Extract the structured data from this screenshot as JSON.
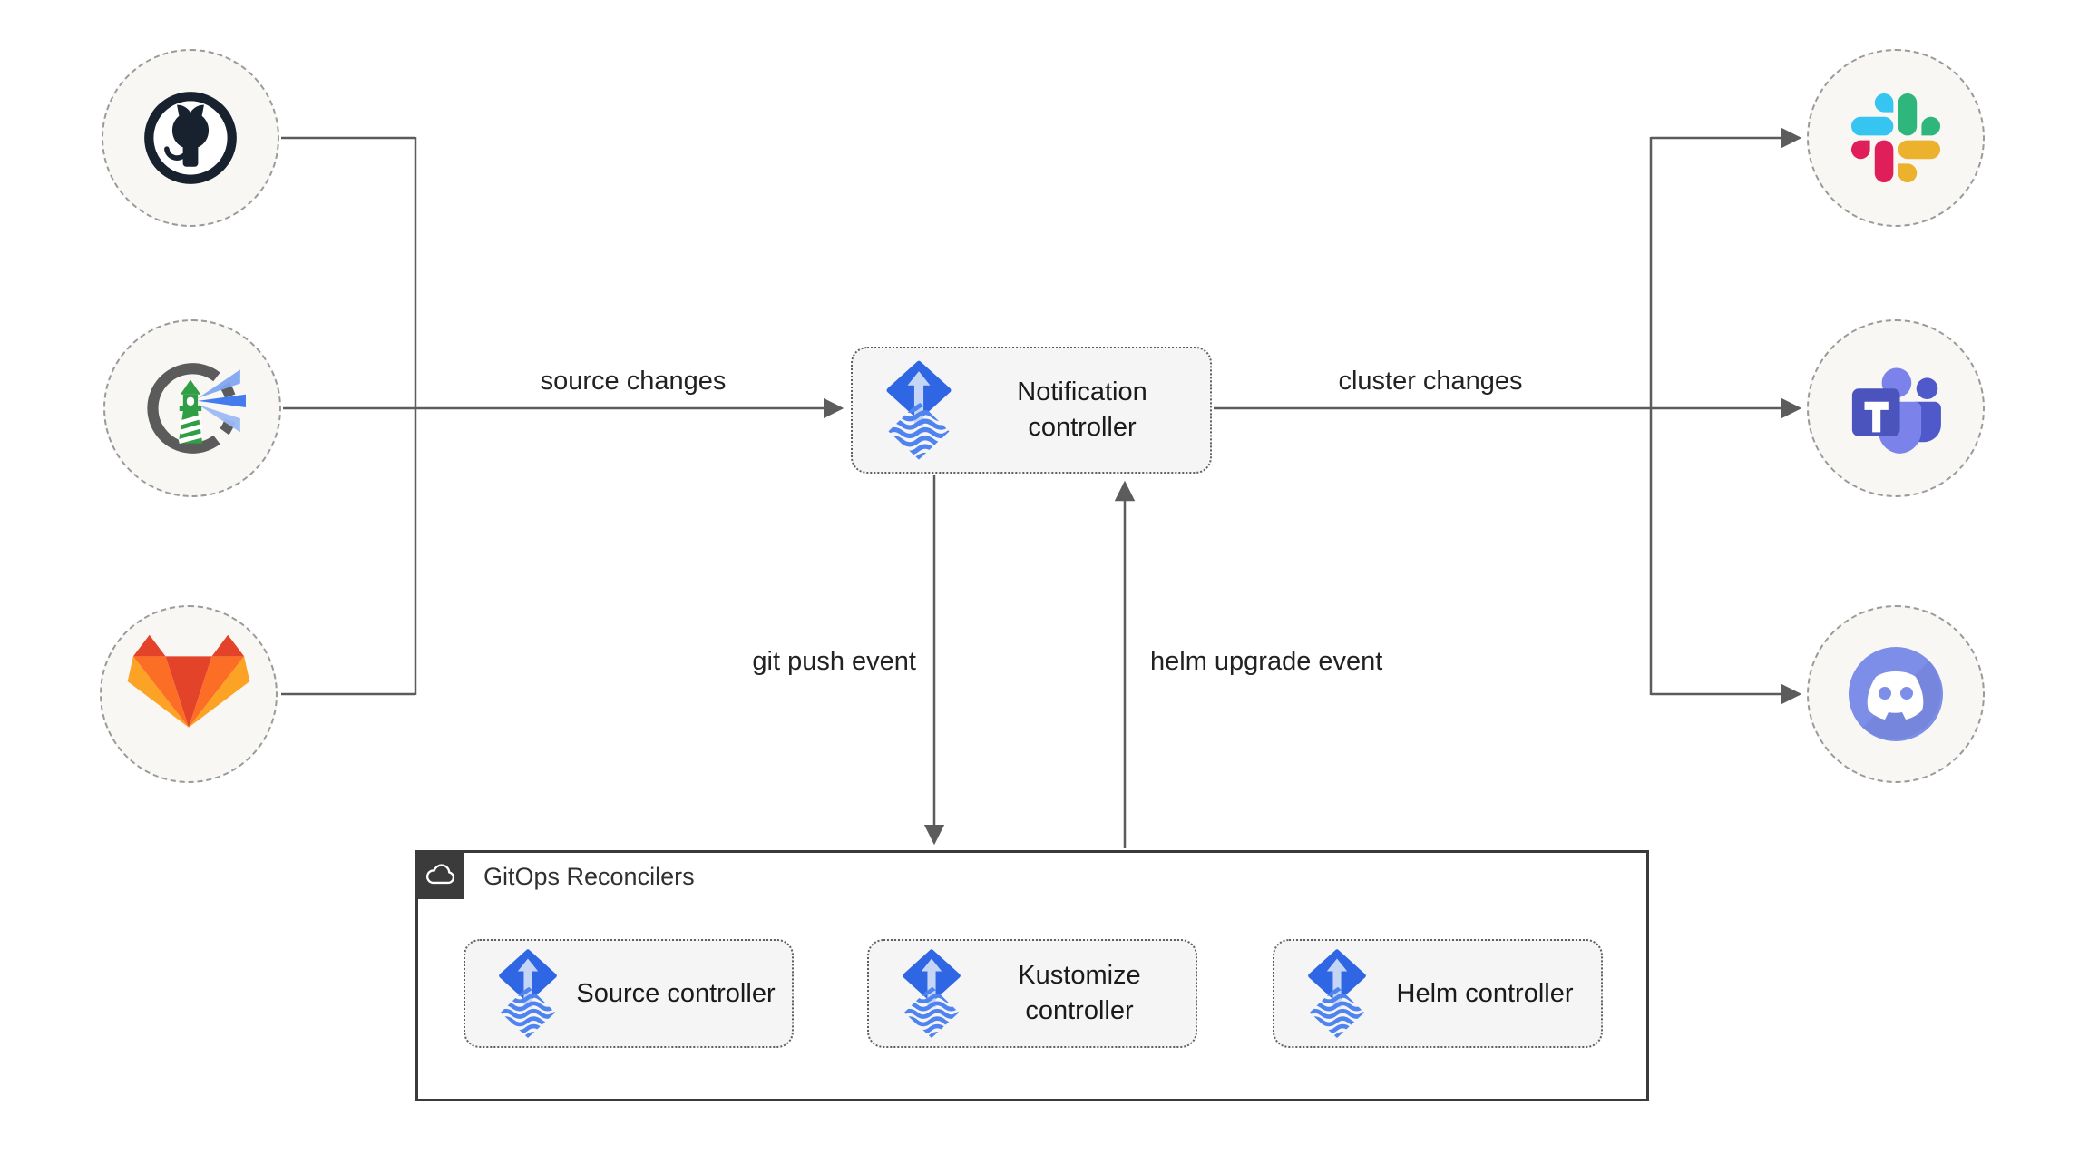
{
  "edge_labels": {
    "source_changes": "source changes",
    "cluster_changes": "cluster changes",
    "git_push_event": "git push event",
    "helm_upgrade_event": "helm upgrade event"
  },
  "nodes": {
    "notification_controller": {
      "label": "Notification controller",
      "icon": "flux-icon"
    },
    "sources": [
      {
        "icon": "github-icon"
      },
      {
        "icon": "harbor-icon"
      },
      {
        "icon": "gitlab-icon"
      }
    ],
    "targets": [
      {
        "icon": "slack-icon"
      },
      {
        "icon": "teams-icon"
      },
      {
        "icon": "discord-icon"
      }
    ]
  },
  "reconcilers": {
    "title": "GitOps Reconcilers",
    "badge_icon": "cloud-icon",
    "items": [
      {
        "label": "Source controller",
        "icon": "flux-icon"
      },
      {
        "label": "Kustomize controller",
        "icon": "flux-icon"
      },
      {
        "label": "Helm controller",
        "icon": "flux-icon"
      }
    ]
  },
  "colors": {
    "flux_blue": "#2f66e3",
    "flux_light_blue": "#4f83ef",
    "edge_gray": "#5c5c5c",
    "node_fill": "#f5f5f5",
    "circle_fill": "#f8f7f4",
    "container_border": "#3a3a3a",
    "github_dark": "#17222e",
    "harbor_green": "#2f9e44",
    "gitlab_red": "#e24329",
    "gitlab_orange": "#fc6d26",
    "gitlab_yellow": "#fca326",
    "slack_blue": "#36c5f0",
    "slack_green": "#2eb67d",
    "slack_yellow": "#ecb22e",
    "slack_pink": "#e01e5a",
    "teams_purple": "#4b53bc",
    "discord_blurple": "#7d8ee8"
  }
}
